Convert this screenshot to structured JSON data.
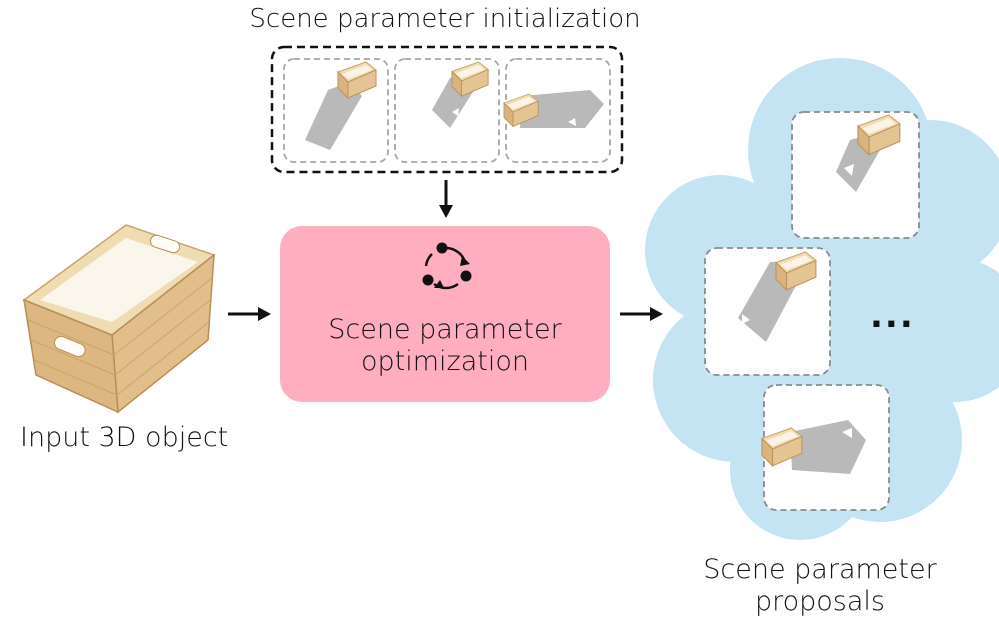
{
  "labels": {
    "init_title": "Scene parameter initialization",
    "optimization_line1": "Scene parameter",
    "optimization_line2": "optimization",
    "input_label": "Input 3D object",
    "proposals_line1": "Scene parameter",
    "proposals_line2": "proposals",
    "ellipsis": "..."
  },
  "colors": {
    "optimization_box": "#ffaec0",
    "cloud": "#c4e3f3",
    "shadow": "#b9b9b9",
    "wood": "#e6ca99",
    "dashed_border": "#a6a6a6"
  },
  "icons": {
    "cycle": "cycle-icon"
  }
}
